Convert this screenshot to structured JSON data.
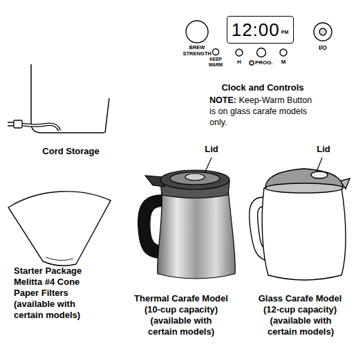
{
  "diagram": {
    "nodes": [
      {
        "text": [
          "12:00",
          "PM"
        ]
      }
    ],
    "labels": [
      "BREW STRENGTH",
      "KEEP WARM",
      "H",
      "PROG.",
      "M",
      "I/O",
      "Clock and Controls",
      "NOTE:",
      "Keep-Warm Button is on glass carafe models only.",
      "Cord Storage",
      "Lid",
      "Lid",
      "Starter Package Melitta #4 Cone Paper Filters",
      "(available with certain models)",
      "Thermal Carafe Model",
      "(10-cup capacity)",
      "(available with certain models)",
      "Glass Carafe Model",
      "(12-cup capacity)",
      "(available with certain models)"
    ]
  }
}
